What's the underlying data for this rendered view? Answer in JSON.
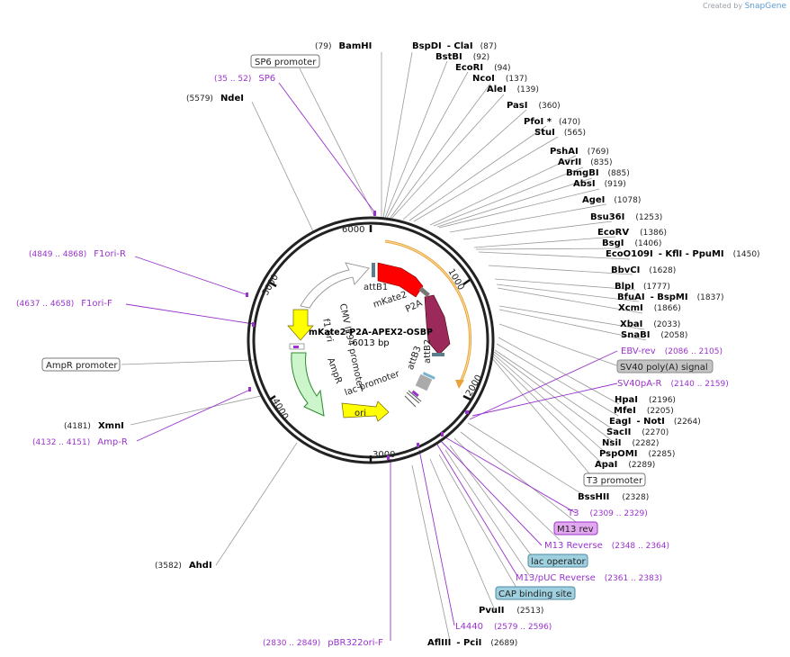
{
  "app": {
    "credit_prefix": "Created by",
    "credit_brand": "SnapGene"
  },
  "plasmid": {
    "name": "mKate2-P2A-APEX2-OSBP",
    "size": "6013 bp"
  },
  "ruler": [
    "6000",
    "1000",
    "2000",
    "3000",
    "4000",
    "5000"
  ],
  "enzymes": [
    {
      "pos": "(79)",
      "name": "BamHI"
    },
    {
      "name": "BspDI",
      "sep": "- ClaI",
      "pos": "(87)"
    },
    {
      "name": "BstBI",
      "pos": "(92)"
    },
    {
      "name": "EcoRI",
      "pos": "(94)"
    },
    {
      "name": "NcoI",
      "pos": "(137)"
    },
    {
      "name": "AleI",
      "pos": "(139)"
    },
    {
      "name": "PasI",
      "pos": "(360)"
    },
    {
      "name": "PfoI *",
      "pos": "(470)"
    },
    {
      "name": "StuI",
      "pos": "(565)"
    },
    {
      "name": "PshAI",
      "pos": "(769)"
    },
    {
      "name": "AvrII",
      "pos": "(835)"
    },
    {
      "name": "BmgBI",
      "pos": "(885)"
    },
    {
      "name": "AbsI",
      "pos": "(919)"
    },
    {
      "name": "AgeI",
      "pos": "(1078)"
    },
    {
      "name": "Bsu36I",
      "pos": "(1253)"
    },
    {
      "name": "EcoRV",
      "pos": "(1386)"
    },
    {
      "name": "BsgI",
      "pos": "(1406)"
    },
    {
      "name": "EcoO109I",
      "sep": "- KflI - PpuMI",
      "pos": "(1450)"
    },
    {
      "name": "BbvCI",
      "pos": "(1628)"
    },
    {
      "name": "BlpI",
      "pos": "(1777)"
    },
    {
      "name": "BfuAI",
      "sep": "- BspMI",
      "pos": "(1837)"
    },
    {
      "name": "XcmI",
      "pos": "(1866)"
    },
    {
      "name": "XbaI",
      "pos": "(2033)"
    },
    {
      "name": "SnaBI",
      "pos": "(2058)"
    },
    {
      "name": "HpaI",
      "pos": "(2196)"
    },
    {
      "name": "MfeI",
      "pos": "(2205)"
    },
    {
      "name": "EagI",
      "sep": "- NotI",
      "pos": "(2264)"
    },
    {
      "name": "SacII",
      "pos": "(2270)"
    },
    {
      "name": "NsiI",
      "pos": "(2282)"
    },
    {
      "name": "PspOMI",
      "pos": "(2285)"
    },
    {
      "name": "ApaI",
      "pos": "(2289)"
    },
    {
      "name": "BssHII",
      "pos": "(2328)"
    },
    {
      "name": "PvuII",
      "pos": "(2513)"
    },
    {
      "name": "AflIII",
      "sep": "- PciI",
      "pos": "(2689)"
    },
    {
      "pos": "(3582)",
      "name": "AhdI"
    },
    {
      "pos": "(4181)",
      "name": "XmnI"
    },
    {
      "pos": "(5579)",
      "name": "NdeI"
    }
  ],
  "primers": [
    {
      "pos": "(35 .. 52)",
      "name": "SP6"
    },
    {
      "pos": "(4849 .. 4868)",
      "name": "F1ori-R"
    },
    {
      "pos": "(4637 .. 4658)",
      "name": "F1ori-F"
    },
    {
      "pos": "(4132 .. 4151)",
      "name": "Amp-R"
    },
    {
      "name": "EBV-rev",
      "pos": "(2086 .. 2105)"
    },
    {
      "name": "SV40pA-R",
      "pos": "(2140 .. 2159)"
    },
    {
      "name": "T3",
      "pos": "(2309 .. 2329)"
    },
    {
      "name": "M13 Reverse",
      "pos": "(2348 .. 2364)"
    },
    {
      "name": "M13/pUC Reverse",
      "pos": "(2361 .. 2383)"
    },
    {
      "name": "L4440",
      "pos": "(2579 .. 2596)"
    },
    {
      "pos": "(2830 .. 2849)",
      "name": "pBR322ori-F"
    }
  ],
  "boxed": {
    "sp6_promoter": "SP6 promoter",
    "ampr_promoter": "AmpR promoter",
    "sv40": "SV40 poly(A) signal",
    "t3_promoter": "T3 promoter",
    "m13_rev": "M13 rev",
    "lac_operator": "lac operator",
    "cap": "CAP binding site"
  },
  "features": {
    "attB1": "attB1",
    "mKate2": "mKate2",
    "P2A": "P2A",
    "APEX2": "APEX2",
    "attB2": "attB2",
    "attB3": "attB3",
    "CMV": "CMV IE94 promoter",
    "f1ori": "f1 ori",
    "AmpR": "AmpR",
    "lac": "lac promoter",
    "ori": "ori"
  },
  "colors": {
    "mKate2": "#ff0000",
    "APEX2": "#9b2a5a",
    "ori": "#ffff00",
    "f1ori": "#ffff00",
    "AmpR": "#ccf5cc",
    "CMV": "#ffffff",
    "EGFP_arc": "#e8a33a",
    "primer": "#9933cc"
  }
}
